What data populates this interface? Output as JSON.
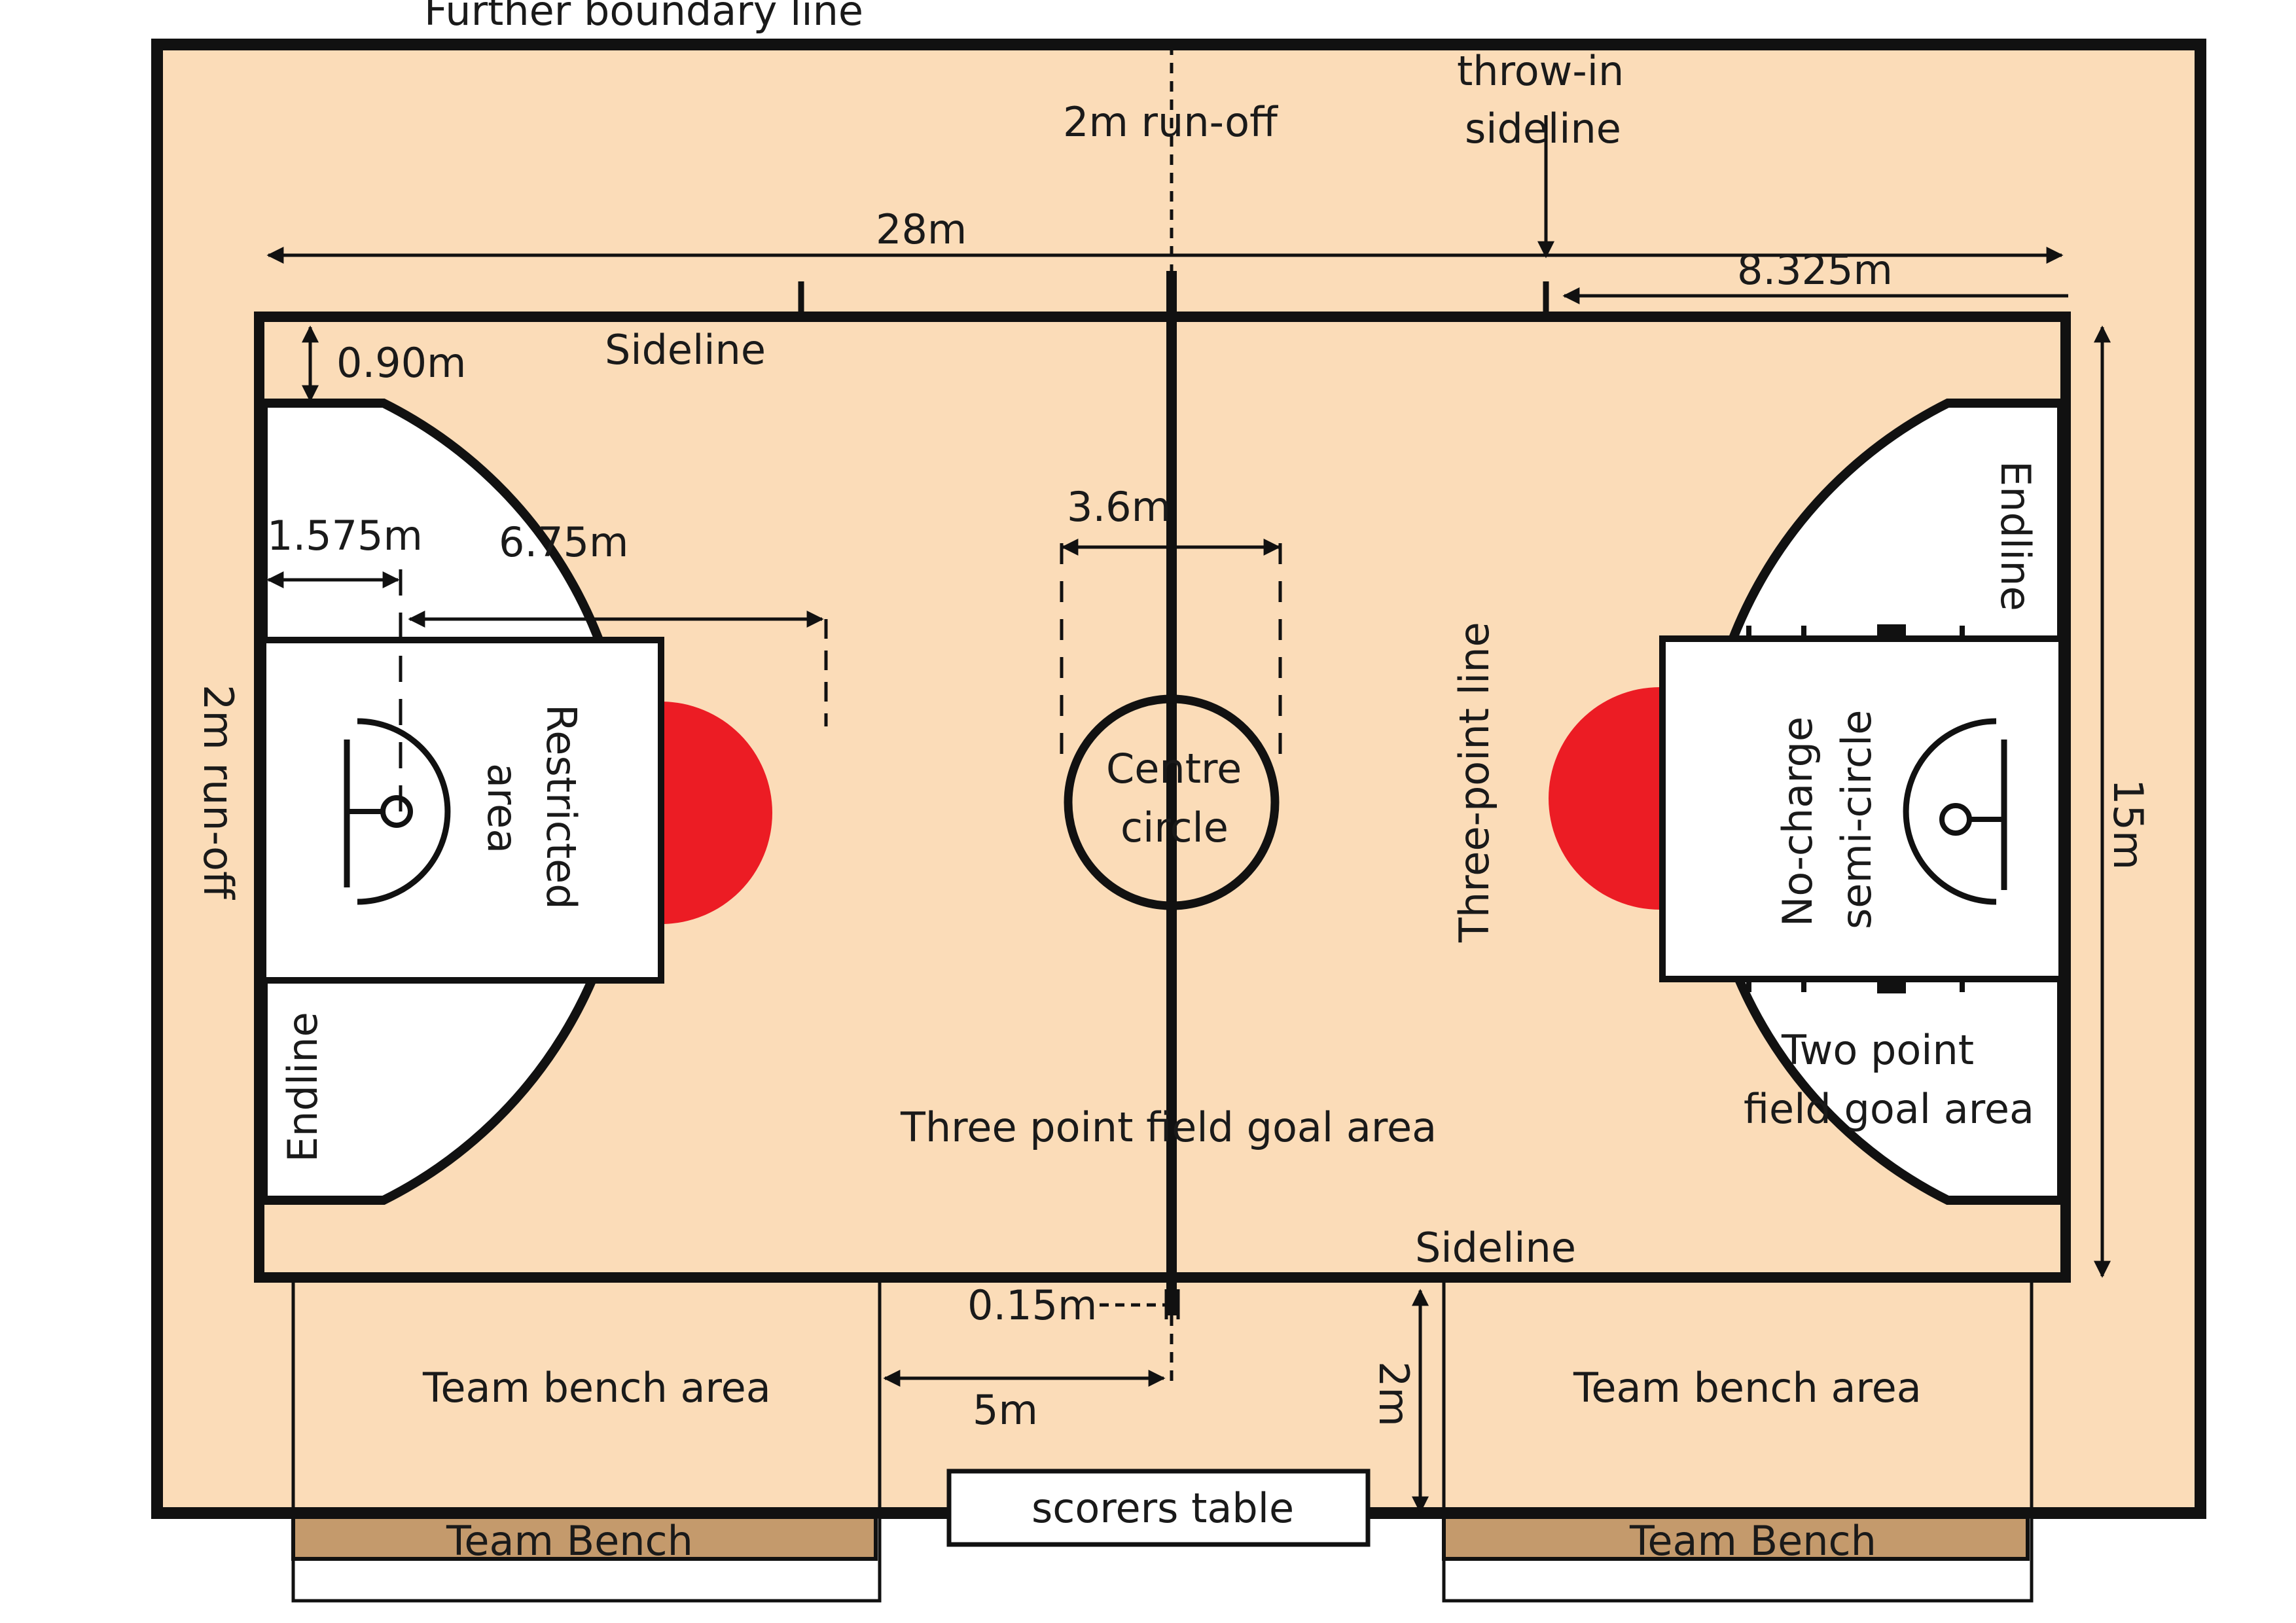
{
  "colors": {
    "floor": "#fbdcb8",
    "two_point_area": "#ffffff",
    "no_charge_semicircle": "#ec1c24",
    "bench": "#c49a6c",
    "line": "#111111"
  },
  "labels": {
    "further_boundary_line": "Further boundary line",
    "run_off_top": "2m run-off",
    "throw_in_sideline_1": "throw-in",
    "throw_in_sideline_2": "sideline",
    "length": "28m",
    "throw_in_distance": "8.325m",
    "sideline_offset": "0.90m",
    "sideline_top": "Sideline",
    "sideline_bottom": "Sideline",
    "basket_distance": "1.575m",
    "three_point_radius": "6.75m",
    "centre_circle_diameter": "3.6m",
    "centre_circle_1": "Centre",
    "centre_circle_2": "circle",
    "run_off_left": "2m run-off",
    "restricted_area_1": "Restricted",
    "restricted_area_2": "area",
    "endline_left": "Endline",
    "endline_right": "Endline",
    "three_point_line": "Three-point line",
    "no_charge_1": "No-charge",
    "no_charge_2": "semi-circle",
    "width": "15m",
    "two_point_area_1": "Two point",
    "two_point_area_2": "field goal area",
    "three_point_area": "Three point field goal area",
    "centre_line_width": "0.15m",
    "bench_distance": "5m",
    "bench_run_off": "2m",
    "team_bench_area_left": "Team bench area",
    "team_bench_area_right": "Team bench area",
    "scorers_table": "scorers table",
    "team_bench_left": "Team Bench",
    "team_bench_right": "Team Bench"
  }
}
